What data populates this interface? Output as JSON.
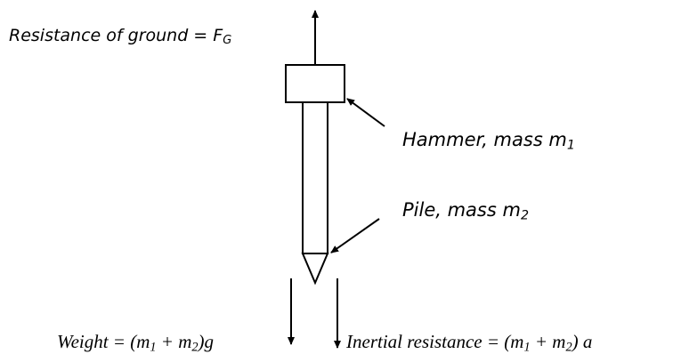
{
  "labels": {
    "resistance": {
      "text": "Resistance of ground = F",
      "sub": "G"
    },
    "hammer": {
      "text": "Hammer, mass m",
      "sub": "1"
    },
    "pile": {
      "text": "Pile, mass m",
      "sub": "2"
    },
    "weight": {
      "pre": "Weight = (m",
      "sub1": "1",
      "mid": " + m",
      "sub2": "2",
      "post": ")g"
    },
    "inertial": {
      "pre": "Inertial resistance = (m",
      "sub1": "1",
      "mid": " + m",
      "sub2": "2",
      "post": ") a"
    }
  }
}
